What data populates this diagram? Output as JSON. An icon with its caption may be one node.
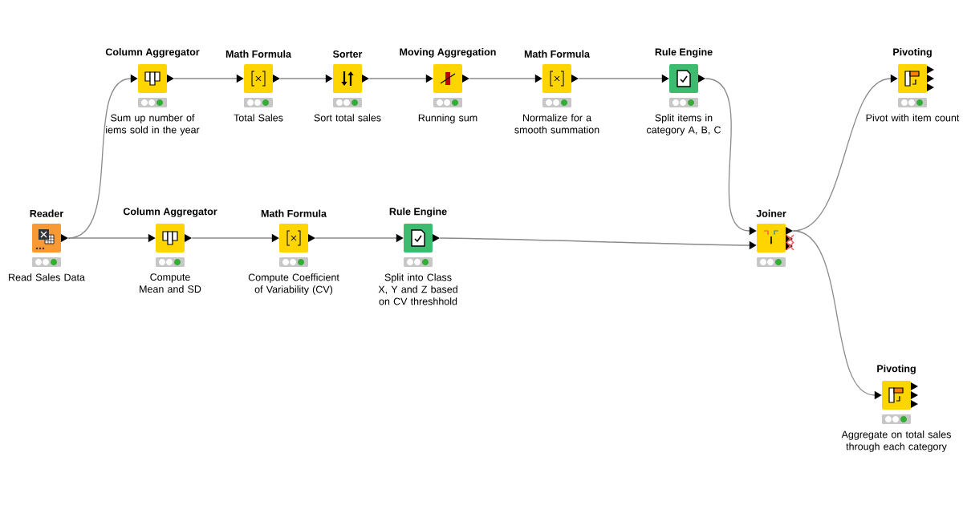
{
  "diagram": {
    "nodes": [
      {
        "text": [
          "Column Aggregator",
          "Sum up number of iems sold in the year"
        ]
      },
      {
        "text": [
          "Math Formula",
          "Total Sales"
        ]
      },
      {
        "text": [
          "Sorter",
          "Sort total sales"
        ]
      },
      {
        "text": [
          "Moving Aggregation",
          "Running sum"
        ]
      },
      {
        "text": [
          "Math Formula",
          "Normalize for a smooth summation"
        ]
      },
      {
        "text": [
          "Rule Engine",
          "Split items in category A, B, C"
        ]
      },
      {
        "text": [
          "Pivoting",
          "Pivot with item count"
        ]
      },
      {
        "text": [
          "Reader",
          "Read Sales Data"
        ]
      },
      {
        "text": [
          "Column Aggregator",
          "Compute Mean and SD"
        ]
      },
      {
        "text": [
          "Math Formula",
          "Compute Coefficient of Variability (CV)"
        ]
      },
      {
        "text": [
          "Rule Engine",
          "Split into Class X, Y and Z based on CV threshhold"
        ]
      },
      {
        "text": [
          "Joiner"
        ]
      },
      {
        "text": [
          "Pivoting",
          "Aggregate on total sales through each category"
        ]
      }
    ],
    "edges": [
      {
        "from": 7,
        "to": 0,
        "arrow": "to"
      },
      {
        "from": 0,
        "to": 1,
        "arrow": "to"
      },
      {
        "from": 1,
        "to": 2,
        "arrow": "to"
      },
      {
        "from": 2,
        "to": 3,
        "arrow": "to"
      },
      {
        "from": 3,
        "to": 4,
        "arrow": "to"
      },
      {
        "from": 4,
        "to": 5,
        "arrow": "to"
      },
      {
        "from": 5,
        "to": 11,
        "arrow": "to"
      },
      {
        "from": 7,
        "to": 8,
        "arrow": "to"
      },
      {
        "from": 8,
        "to": 9,
        "arrow": "to"
      },
      {
        "from": 9,
        "to": 10,
        "arrow": "to"
      },
      {
        "from": 10,
        "to": 11,
        "arrow": "to"
      },
      {
        "from": 11,
        "to": 6,
        "arrow": "to"
      },
      {
        "from": 11,
        "to": 12,
        "arrow": "to"
      }
    ]
  }
}
